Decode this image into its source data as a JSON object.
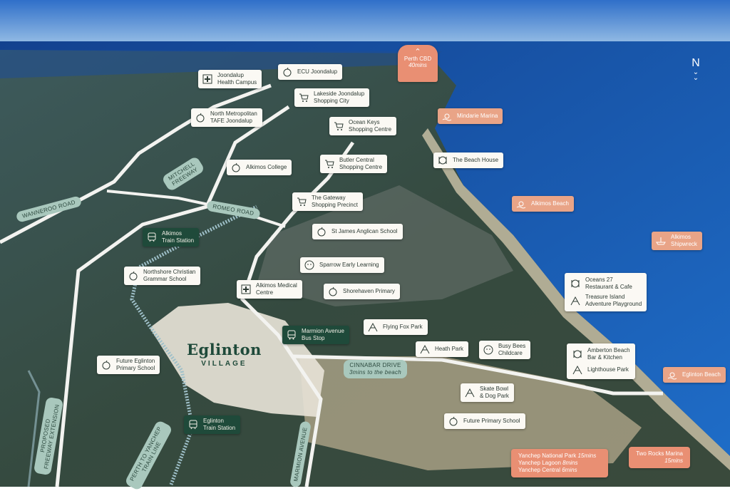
{
  "compass": {
    "letter": "N"
  },
  "perth_cbd": {
    "name": "Perth CBD",
    "time": "40mins"
  },
  "development": {
    "name": "Eglinton",
    "sub": "VILLAGE"
  },
  "roads": {
    "wanneroo": "WANNEROO ROAD",
    "mitchell": "MITCHELL\nFREEWAY",
    "romeo": "ROMEO ROAD",
    "freeway_ext": "PROPOSED\nFREEWAY EXTENSION",
    "perth_yanchep": "PERTH TO YANCHEP\nTRAIN LINE",
    "marmion": "MARMION AVENUE",
    "cinnabar": "CINNABAR DRIVE",
    "cinnabar_note": "3mins to the beach"
  },
  "labels": {
    "joondalup_health": "Joondalup\nHealth Campus",
    "ecu": "ECU Joondalup",
    "lakeside": "Lakeside Joondalup\nShopping City",
    "north_metro": "North Metropolitan\nTAFE Joondalup",
    "ocean_keys": "Ocean Keys\nShopping Centre",
    "mindarie": "Mindarie Marina",
    "beach_house": "The Beach House",
    "butler": "Butler Central\nShopping Centre",
    "alkimos_college": "Alkimos College",
    "gateway": "The Gateway\nShopping Precinct",
    "alkimos_beach": "Alkimos Beach",
    "st_james": "St James Anglican School",
    "alkimos_station": "Alkimos\nTrain Station",
    "alkimos_shipwreck": "Alkimos\nShipwreck",
    "sparrow": "Sparrow Early Learning",
    "northshore": "Northshore Christian\nGrammar School",
    "medical": "Alkimos Medical\nCentre",
    "shorehaven": "Shorehaven Primary",
    "oceans27": "Oceans 27\nRestaurant & Cafe",
    "treasure_island": "Treasure Island\nAdventure Playground",
    "flying_fox": "Flying Fox Park",
    "marmion_bus": "Marmion Avenue\nBus Stop",
    "busy_bees": "Busy Bees\nChildcare",
    "heath_park": "Heath Park",
    "amberton": "Amberton Beach\nBar & Kitchen",
    "lighthouse": "Lighthouse Park",
    "eglinton_beach": "Eglinton Beach",
    "future_eglinton_primary": "Future Eglinton\nPrimary School",
    "skate_bowl": "Skate Bowl\n& Dog Park",
    "eglinton_station": "Eglinton\nTrain Station",
    "future_primary": "Future Primary School"
  },
  "yanchep": [
    {
      "name": "Yanchep National Park",
      "time": "15mins"
    },
    {
      "name": "Yanchep Lagoon",
      "time": "8mins"
    },
    {
      "name": "Yanchep Central",
      "time": "6mins"
    }
  ],
  "two_rocks": {
    "name": "Two Rocks Marina",
    "time": "15mins"
  },
  "colors": {
    "sea": "#1b57b5",
    "land": "#2f3f37",
    "label_bg": "#fbf9f4",
    "green": "#1f4a3a",
    "coral": "#e9a487",
    "mint": "#b9d2c8"
  }
}
